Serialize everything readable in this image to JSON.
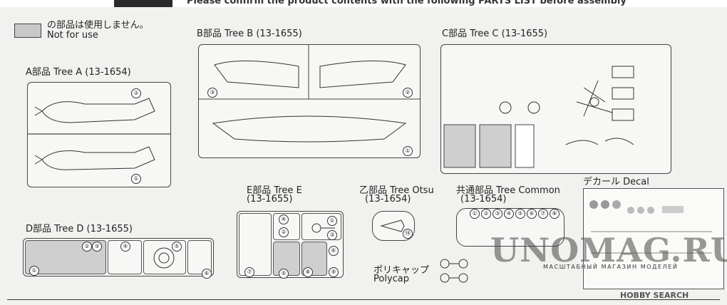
{
  "header": {
    "notice": "Please confirm the product contents with the following PARTS LIST before assembly"
  },
  "legend": {
    "jp": "の部品は使用しません。",
    "en": "Not for use"
  },
  "trees": {
    "a": {
      "label": "A部品 Tree A (13-1654)",
      "nums": [
        "②",
        "①"
      ]
    },
    "b": {
      "label": "B部品 Tree B (13-1655)",
      "nums": [
        "③",
        "②",
        "①"
      ]
    },
    "c": {
      "label": "C部品 Tree C (13-1655)"
    },
    "d": {
      "label": "D部品 Tree D (13-1655)",
      "nums": [
        "①",
        "②",
        "③",
        "④",
        "⑤",
        "⑥"
      ]
    },
    "e": {
      "label1": "E部品 Tree E",
      "label2": "(13-1655)",
      "nums": [
        "①",
        "②",
        "③",
        "④",
        "⑤",
        "⑥",
        "⑦",
        "⑧",
        "⑨"
      ]
    },
    "otsu": {
      "label1": "乙部品 Tree Otsu",
      "label2": "(13-1654)",
      "nums": [
        "⑱"
      ]
    },
    "common": {
      "label1": "共通部品 Tree Common",
      "label2": "(13-1654)",
      "nums": [
        "①",
        "②",
        "③",
        "④",
        "⑤",
        "⑥",
        "⑦",
        "⑧"
      ]
    }
  },
  "polycap": {
    "jp": "ポリキャップ",
    "en": "Polycap"
  },
  "decal": {
    "label": "デカール Decal"
  },
  "watermark": {
    "title": "UNOMAG.RU",
    "subtitle": "МАСШТАБНЫЙ МАГАЗИН МОДЕЛЕЙ"
  },
  "credit": {
    "text": "HOBBY SEARCH"
  }
}
